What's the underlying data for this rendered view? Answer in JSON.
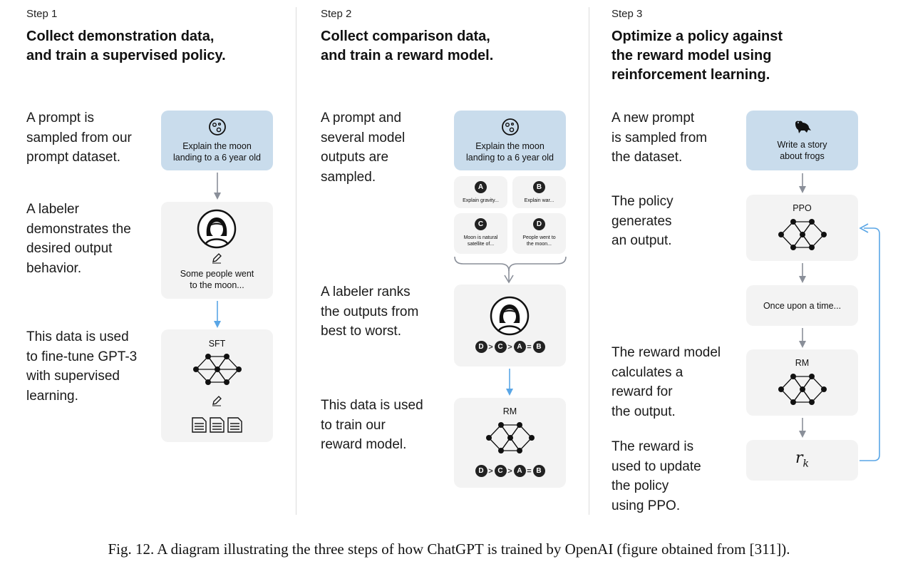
{
  "step1": {
    "label": "Step 1",
    "heading": [
      "Collect demonstration data,",
      "and train a supervised policy."
    ],
    "texts": [
      [
        "A prompt is",
        "sampled from our",
        "prompt dataset."
      ],
      [
        "A labeler",
        "demonstrates the",
        "desired output",
        "behavior."
      ],
      [
        "This data is used",
        "to fine-tune GPT-3",
        "with supervised",
        "learning."
      ]
    ],
    "prompt_card": [
      "Explain the moon",
      "landing to a 6 year old"
    ],
    "demo_card": [
      "Some people went",
      "to the moon..."
    ],
    "model_label": "SFT"
  },
  "step2": {
    "label": "Step 2",
    "heading": [
      "Collect comparison data,",
      "and train a reward model."
    ],
    "texts": [
      [
        "A prompt and",
        "several model",
        "outputs are",
        "sampled."
      ],
      [
        "A labeler ranks",
        "the outputs from",
        "best to worst."
      ],
      [
        "This data is used",
        "to train our",
        "reward model."
      ]
    ],
    "prompt_card": [
      "Explain the moon",
      "landing to a 6 year old"
    ],
    "outputs": [
      {
        "letter": "A",
        "text": [
          "Explain gravity..."
        ]
      },
      {
        "letter": "B",
        "text": [
          "Explain war..."
        ]
      },
      {
        "letter": "C",
        "text": [
          "Moon is natural",
          "satellite of..."
        ]
      },
      {
        "letter": "D",
        "text": [
          "People went to",
          "the moon..."
        ]
      }
    ],
    "ranking": [
      "D",
      ">",
      "C",
      ">",
      "A",
      "=",
      "B"
    ],
    "model_label": "RM"
  },
  "step3": {
    "label": "Step 3",
    "heading": [
      "Optimize a policy against",
      "the reward model using",
      "reinforcement learning."
    ],
    "texts": [
      [
        "A new prompt",
        "is sampled from",
        "the dataset."
      ],
      [
        "The policy",
        "generates",
        "an output."
      ],
      [
        "The reward model",
        "calculates a",
        "reward for",
        "the output."
      ],
      [
        "The reward is",
        "used to update",
        "the policy",
        "using PPO."
      ]
    ],
    "prompt_card": [
      "Write a story",
      "about frogs"
    ],
    "policy_label": "PPO",
    "output_card": "Once upon a time...",
    "rm_label": "RM",
    "reward_symbol": "r",
    "reward_subscript": "k"
  },
  "caption": "Fig. 12.  A diagram illustrating the three steps of how ChatGPT is trained by OpenAI (figure obtained from [311]).",
  "colors": {
    "blue_card": "#c9dcec",
    "gray_card": "#f3f3f3",
    "arrow_gray": "#8a8f99",
    "arrow_blue": "#5aa6e6"
  }
}
